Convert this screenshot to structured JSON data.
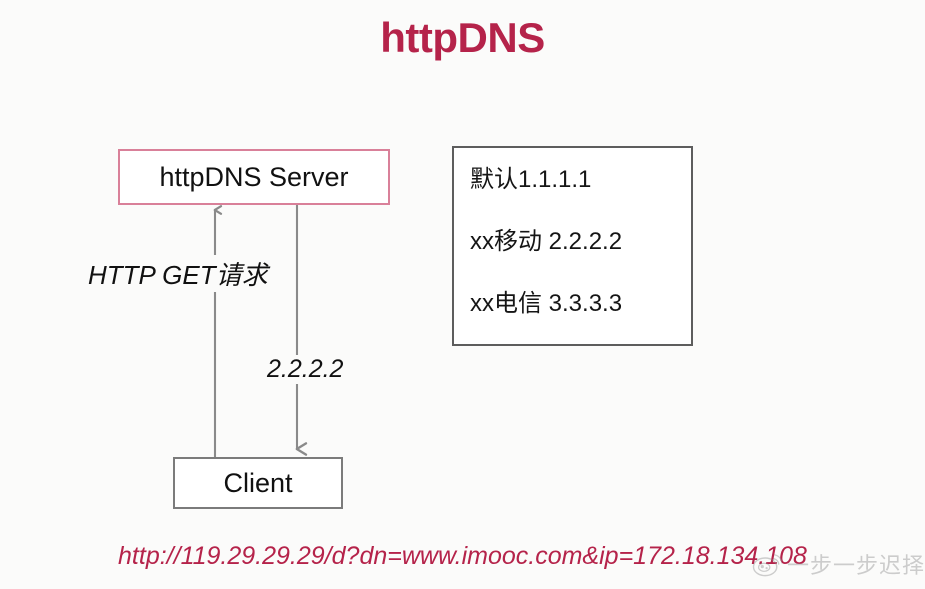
{
  "slide": {
    "title": "httpDNS",
    "background_color": "#fbfbfa",
    "accent_color": "#b5234a"
  },
  "nodes": {
    "server": {
      "label": "httpDNS Server",
      "border_color": "#d98099"
    },
    "client": {
      "label": "Client",
      "border_color": "#7b7b7b"
    }
  },
  "mapping_table": {
    "border_color": "#5d5d5d",
    "rows": [
      "默认1.1.1.1",
      "xx移动 2.2.2.2",
      "xx电信 3.3.3.3"
    ]
  },
  "arrows": {
    "request": {
      "label": "HTTP GET请求",
      "direction": "up",
      "color": "#8a8a8a"
    },
    "response": {
      "label": "2.2.2.2",
      "direction": "down",
      "color": "#8a8a8a"
    }
  },
  "footer": {
    "url": "http://119.29.29.29/d?dn=www.imooc.com&ip=172.18.134.108",
    "color": "#b5234a"
  },
  "watermark": {
    "text": "一步一步迟择你",
    "logo": "weibo-logo-icon"
  }
}
